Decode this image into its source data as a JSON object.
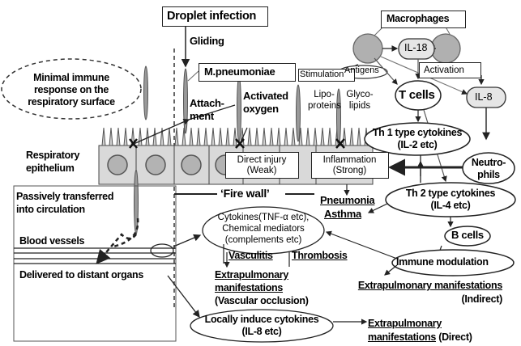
{
  "diagram": {
    "title_box": "Droplet infection",
    "gliding": "Gliding",
    "pathogen": "M.pneumoniae",
    "minimal_response": [
      "Minimal immune",
      "response on the",
      "respiratory surface"
    ],
    "attachment": [
      "Attach-",
      "ment"
    ],
    "activated_oxygen": [
      "Activated",
      "oxygen"
    ],
    "stimulation": "Stimulation",
    "lipoproteins": [
      "Lipo-",
      "proteins"
    ],
    "glycolipids": [
      "Glyco-",
      "lipids"
    ],
    "macrophages": "Macrophages",
    "il18": "IL-18",
    "activation": "Activation",
    "antigens": "Antigens",
    "t_cells": "T cells",
    "il8": "IL-8",
    "th1": [
      "Th 1 type cytokines",
      "(IL-2 etc)"
    ],
    "neutrophils": [
      "Neutro-",
      "phils"
    ],
    "respiratory_epithelium": [
      "Respiratory",
      "epithelium"
    ],
    "direct_injury": [
      "Direct injury",
      "(Weak)"
    ],
    "inflammation": [
      "Inflammation",
      "(Strong)"
    ],
    "passively_transferred": [
      "Passively transferred",
      "into circulation"
    ],
    "fire_wall": "‘Fire wall’",
    "pneumonia": "Pneumonia",
    "asthma": "Asthma",
    "th2": [
      "Th 2 type cytokines",
      "(IL-4 etc)"
    ],
    "cytokines": [
      "Cytokines(TNF-α etc),",
      "Chemical mediators",
      "(complements etc)"
    ],
    "b_cells": "B cells",
    "blood_vessels": "Blood vessels",
    "vasculitis": "Vasculitis",
    "thrombosis": "Thrombosis",
    "immune_modulation": "Immune modulation",
    "delivered": "Delivered to distant organs",
    "extrapulmonary_vascular": [
      "Extrapulmonary",
      "manifestations",
      "(Vascular occlusion)"
    ],
    "extrapulmonary_indirect": [
      "Extrapulmonary manifestations",
      "(Indirect)"
    ],
    "locally_induce": [
      "Locally induce cytokines",
      "(IL-8 etc)"
    ],
    "extrapulmonary_direct": [
      "Extrapulmonary",
      "manifestations",
      "(Direct)"
    ],
    "colors": {
      "cell_fill": "#d9d9d9",
      "nucleus_fill": "#b3b3b3",
      "macrophage_fill": "#b0b0b0",
      "pill_fill": "#e6e6e6",
      "stroke": "#222222"
    }
  }
}
